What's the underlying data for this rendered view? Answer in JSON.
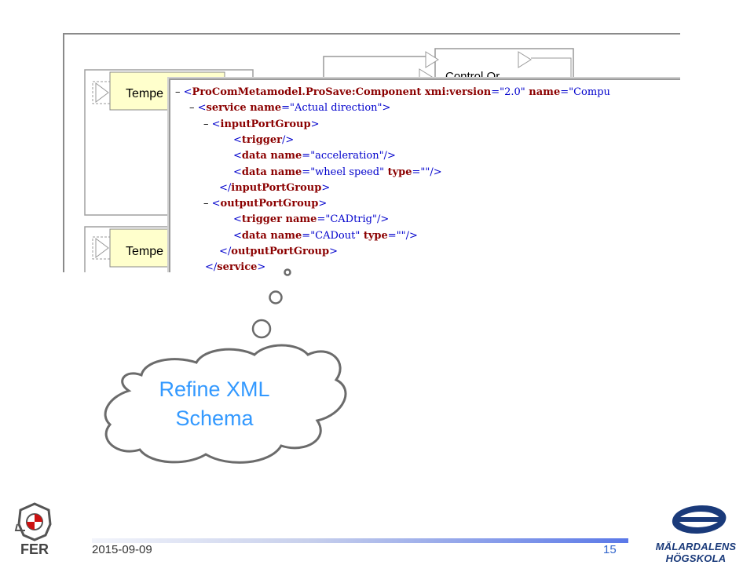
{
  "diagram": {
    "component_top_label": "Tempe",
    "component_bottom_label": "Tempe",
    "control_label": "Control Or"
  },
  "xml": {
    "lines": [
      {
        "indent": 0,
        "minus": "– ",
        "parts": [
          [
            "pnc",
            "<"
          ],
          [
            "tag",
            "ProComMetamodel.ProSave:Component"
          ],
          [
            "attr",
            " xmi:version"
          ],
          [
            "pnc",
            "=\""
          ],
          [
            "val",
            "2.0"
          ],
          [
            "pnc",
            "\""
          ],
          [
            "attr",
            " name"
          ],
          [
            "pnc",
            "=\""
          ],
          [
            "val",
            "Compu"
          ]
        ]
      },
      {
        "indent": 1,
        "minus": "– ",
        "parts": [
          [
            "pnc",
            "<"
          ],
          [
            "tag",
            "service"
          ],
          [
            "attr",
            " name"
          ],
          [
            "pnc",
            "=\""
          ],
          [
            "val",
            "Actual direction"
          ],
          [
            "pnc",
            "\">"
          ]
        ]
      },
      {
        "indent": 2,
        "minus": "– ",
        "parts": [
          [
            "pnc",
            "<"
          ],
          [
            "tag",
            "inputPortGroup"
          ],
          [
            "pnc",
            ">"
          ]
        ]
      },
      {
        "indent": 3,
        "minus": "",
        "parts": [
          [
            "pnc",
            "<"
          ],
          [
            "tag",
            "trigger"
          ],
          [
            "pnc",
            "/>"
          ]
        ]
      },
      {
        "indent": 3,
        "minus": "",
        "parts": [
          [
            "pnc",
            "<"
          ],
          [
            "tag",
            "data"
          ],
          [
            "attr",
            " name"
          ],
          [
            "pnc",
            "=\""
          ],
          [
            "val",
            "acceleration"
          ],
          [
            "pnc",
            "\"/>"
          ]
        ]
      },
      {
        "indent": 3,
        "minus": "",
        "parts": [
          [
            "pnc",
            "<"
          ],
          [
            "tag",
            "data"
          ],
          [
            "attr",
            " name"
          ],
          [
            "pnc",
            "=\""
          ],
          [
            "val",
            "wheel speed"
          ],
          [
            "pnc",
            "\""
          ],
          [
            "attr",
            " type"
          ],
          [
            "pnc",
            "=\"\"/>"
          ]
        ]
      },
      {
        "indent": 2,
        "minus": "",
        "parts": [
          [
            "pnc",
            "</"
          ],
          [
            "tag",
            "inputPortGroup"
          ],
          [
            "pnc",
            ">"
          ]
        ]
      },
      {
        "indent": 2,
        "minus": "– ",
        "parts": [
          [
            "pnc",
            "<"
          ],
          [
            "tag",
            "outputPortGroup"
          ],
          [
            "pnc",
            ">"
          ]
        ]
      },
      {
        "indent": 3,
        "minus": "",
        "parts": [
          [
            "pnc",
            "<"
          ],
          [
            "tag",
            "trigger"
          ],
          [
            "attr",
            " name"
          ],
          [
            "pnc",
            "=\""
          ],
          [
            "val",
            "CADtrig"
          ],
          [
            "pnc",
            "\"/>"
          ]
        ]
      },
      {
        "indent": 3,
        "minus": "",
        "parts": [
          [
            "pnc",
            "<"
          ],
          [
            "tag",
            "data"
          ],
          [
            "attr",
            " name"
          ],
          [
            "pnc",
            "=\""
          ],
          [
            "val",
            "CADout"
          ],
          [
            "pnc",
            "\""
          ],
          [
            "attr",
            " type"
          ],
          [
            "pnc",
            "=\"\"/>"
          ]
        ]
      },
      {
        "indent": 2,
        "minus": "",
        "parts": [
          [
            "pnc",
            "</"
          ],
          [
            "tag",
            "outputPortGroup"
          ],
          [
            "pnc",
            ">"
          ]
        ]
      },
      {
        "indent": 1,
        "minus": "",
        "parts": [
          [
            "pnc",
            "</"
          ],
          [
            "tag",
            "service"
          ],
          [
            "pnc",
            ">"
          ]
        ]
      }
    ]
  },
  "cloud": {
    "line1": "Refine XML",
    "line2": "Schema",
    "text_color": "#3399ff"
  },
  "footer": {
    "date": "2015-09-09",
    "page": "15",
    "org_left": "FER",
    "org_right": "MÄLARDALENS HÖGSKOLA"
  }
}
